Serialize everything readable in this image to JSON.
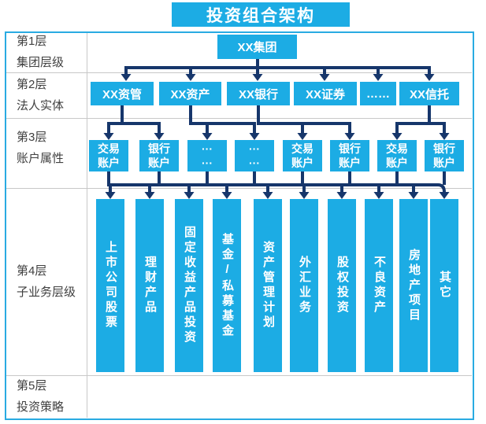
{
  "title": "投资组合架构",
  "rows": [
    {
      "line1": "第1层",
      "line2": "集团层级"
    },
    {
      "line1": "第2层",
      "line2": "法人实体"
    },
    {
      "line1": "第3层",
      "line2": "账户属性"
    },
    {
      "line1": "第4层",
      "line2": "子业务层级"
    },
    {
      "line1": "第5层",
      "line2": "投资策略"
    }
  ],
  "layer1": {
    "label": "XX集团"
  },
  "layer2": {
    "boxes": [
      {
        "label": "XX资管"
      },
      {
        "label": "XX资产"
      },
      {
        "label": "XX银行"
      },
      {
        "label": "XX证券"
      },
      {
        "label": "……"
      },
      {
        "label": "XX信托"
      }
    ]
  },
  "layer3": {
    "boxes": [
      {
        "label": "交易\n账户"
      },
      {
        "label": "银行\n账户"
      },
      {
        "label": "···\n···"
      },
      {
        "label": "···\n···"
      },
      {
        "label": "交易\n账户"
      },
      {
        "label": "银行\n账户"
      },
      {
        "label": "交易\n账户"
      },
      {
        "label": "银行\n账户"
      }
    ]
  },
  "layer4": {
    "bars": [
      {
        "label": "上市公司股票"
      },
      {
        "label": "理财产品"
      },
      {
        "label": "固定收益产品投资"
      },
      {
        "label": "基金/私募基金"
      },
      {
        "label": "资产管理计划"
      },
      {
        "label": "外汇业务"
      },
      {
        "label": "股权投资"
      },
      {
        "label": "不良资产"
      },
      {
        "label": "房地产项目"
      },
      {
        "label": "其它"
      }
    ]
  },
  "colors": {
    "accent_cyan": "#1CACE4",
    "connector_navy": "#16366B",
    "table_border": "#29ABE2",
    "grid_line": "#C8C8C8",
    "label_text": "#404040"
  }
}
